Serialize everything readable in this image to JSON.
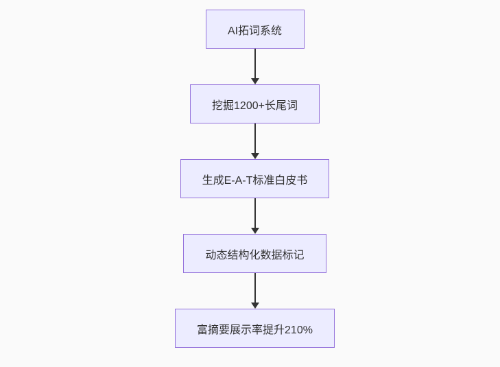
{
  "diagram": {
    "type": "flowchart-top-down",
    "theme": {
      "background": "#fafafa",
      "node_fill": "#ECECFF",
      "node_border": "#9370DB",
      "text_color": "#333333",
      "arrow_color": "#333333"
    },
    "nodes": [
      {
        "id": "step1",
        "label": "AI拓词系统"
      },
      {
        "id": "step2",
        "label": "挖掘1200+长尾词"
      },
      {
        "id": "step3",
        "label": "生成E-A-T标准白皮书"
      },
      {
        "id": "step4",
        "label": "动态结构化数据标记"
      },
      {
        "id": "step5",
        "label": "富摘要展示率提升210%"
      }
    ],
    "edges": [
      {
        "from": "step1",
        "to": "step2"
      },
      {
        "from": "step2",
        "to": "step3"
      },
      {
        "from": "step3",
        "to": "step4"
      },
      {
        "from": "step4",
        "to": "step5"
      }
    ]
  }
}
